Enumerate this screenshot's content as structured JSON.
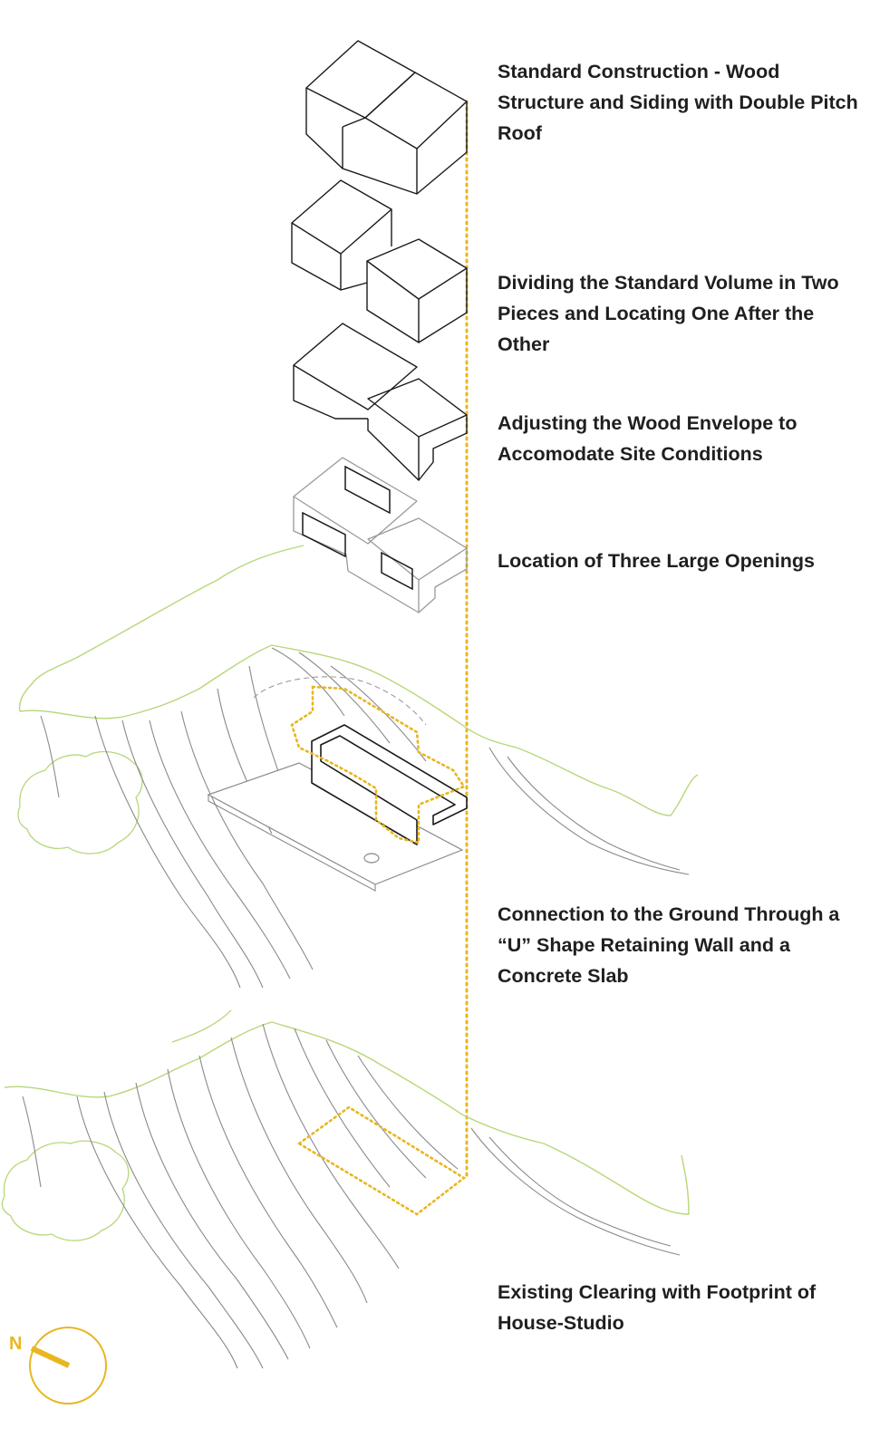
{
  "captions": [
    {
      "id": "step-1",
      "text": "Standard Construction - Wood Structure and Siding with Double Pitch Roof"
    },
    {
      "id": "step-2",
      "text": "Dividing the Standard Volume in Two Pieces and Locating One After the Other"
    },
    {
      "id": "step-3",
      "text": "Adjusting the Wood Envelope to Accomodate Site Conditions"
    },
    {
      "id": "step-4",
      "text": "Location of Three Large Openings"
    },
    {
      "id": "step-5",
      "text": "Connection to the Ground Through a “U” Shape Retaining Wall and a Concrete Slab"
    },
    {
      "id": "step-6",
      "text": "Existing Clearing with Footprint of House-Studio"
    }
  ],
  "compass": {
    "label": "N",
    "icon": "north-arrow-icon"
  },
  "colors": {
    "accent": "#e8b620",
    "vegetation": "#b7d77a",
    "contour": "#8a8a8a",
    "ink": "#1f1f1f"
  }
}
